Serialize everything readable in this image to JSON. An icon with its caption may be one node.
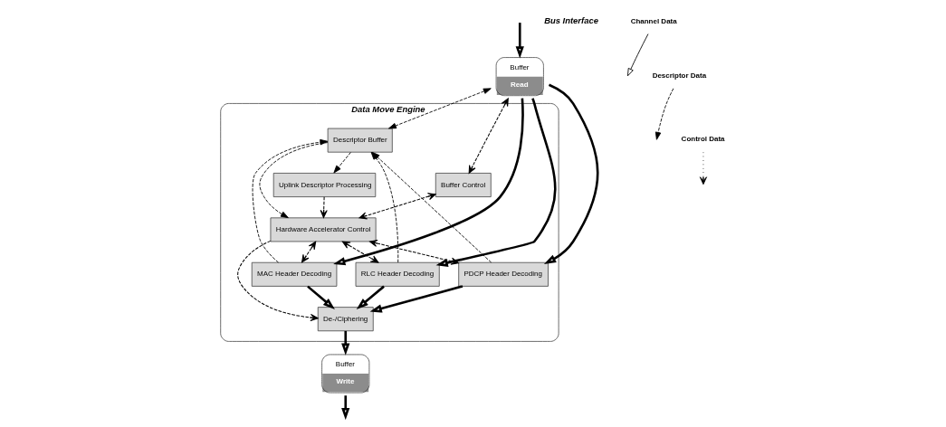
{
  "diagram": {
    "nodes": [
      {
        "text": [
          "Data Move Engine"
        ]
      },
      {
        "text": [
          "Descriptor Buffer"
        ],
        "in": 0
      },
      {
        "text": [
          "MAC Header Decoding"
        ],
        "in": 0
      },
      {
        "text": [
          "RLC Header Decoding"
        ],
        "in": 0
      },
      {
        "text": [
          "PDCP Header Decoding"
        ],
        "in": 0
      },
      {
        "text": [
          "Uplink Descriptor Processing"
        ],
        "in": 0
      },
      {
        "text": [
          "De-/Ciphering"
        ],
        "in": 0
      },
      {
        "text": [
          "Buffer Control"
        ],
        "in": 0
      },
      {
        "text": [
          "Hardware Accelerator Control"
        ],
        "in": 0
      },
      {
        "text": [
          "Buffer",
          "Read"
        ]
      },
      {
        "text": [
          "Buffer",
          "Write"
        ]
      }
    ],
    "edges": [
      {
        "from": null,
        "to": 9,
        "arrow": "to",
        "style": "thick"
      },
      {
        "from": 9,
        "to": 2,
        "arrow": "to",
        "style": "thick"
      },
      {
        "from": 9,
        "to": 3,
        "arrow": "to",
        "style": "thick"
      },
      {
        "from": 9,
        "to": 4,
        "arrow": "to",
        "style": "thick"
      },
      {
        "from": 9,
        "to": 1,
        "arrow": "both",
        "style": "dashed"
      },
      {
        "from": 2,
        "to": 1,
        "arrow": "to",
        "style": "dashed"
      },
      {
        "from": 3,
        "to": 1,
        "arrow": "to",
        "style": "dashed"
      },
      {
        "from": 4,
        "to": 1,
        "arrow": "to",
        "style": "dashed"
      },
      {
        "from": 2,
        "to": 6,
        "arrow": "to",
        "style": "thick"
      },
      {
        "from": 3,
        "to": 6,
        "arrow": "to",
        "style": "thick"
      },
      {
        "from": 4,
        "to": 6,
        "arrow": "to",
        "style": "thick"
      },
      {
        "from": 1,
        "to": 5,
        "arrow": "to",
        "style": "dashed"
      },
      {
        "from": 1,
        "to": 8,
        "arrow": "to",
        "style": "dashed"
      },
      {
        "from": 5,
        "to": 8,
        "arrow": "to",
        "style": "dashed"
      },
      {
        "from": 8,
        "to": 2,
        "arrow": "both",
        "style": "dashed"
      },
      {
        "from": 8,
        "to": 3,
        "arrow": "both",
        "style": "dashed"
      },
      {
        "from": 8,
        "to": 4,
        "arrow": "both",
        "style": "dashed"
      },
      {
        "from": 8,
        "to": 6,
        "arrow": "to",
        "style": "dashed"
      },
      {
        "from": 7,
        "to": 8,
        "arrow": "both",
        "style": "dashed"
      },
      {
        "from": 9,
        "to": 7,
        "arrow": "both",
        "style": "dashed"
      },
      {
        "from": 6,
        "to": 10,
        "arrow": "to",
        "style": "thick"
      },
      {
        "from": 10,
        "to": null,
        "arrow": "to",
        "style": "thick"
      }
    ],
    "labels": [
      "Bus Interface"
    ],
    "legend": [
      {
        "text": "Channel Data"
      },
      {
        "text": "Descriptor Data"
      },
      {
        "text": "Control Data"
      }
    ]
  }
}
